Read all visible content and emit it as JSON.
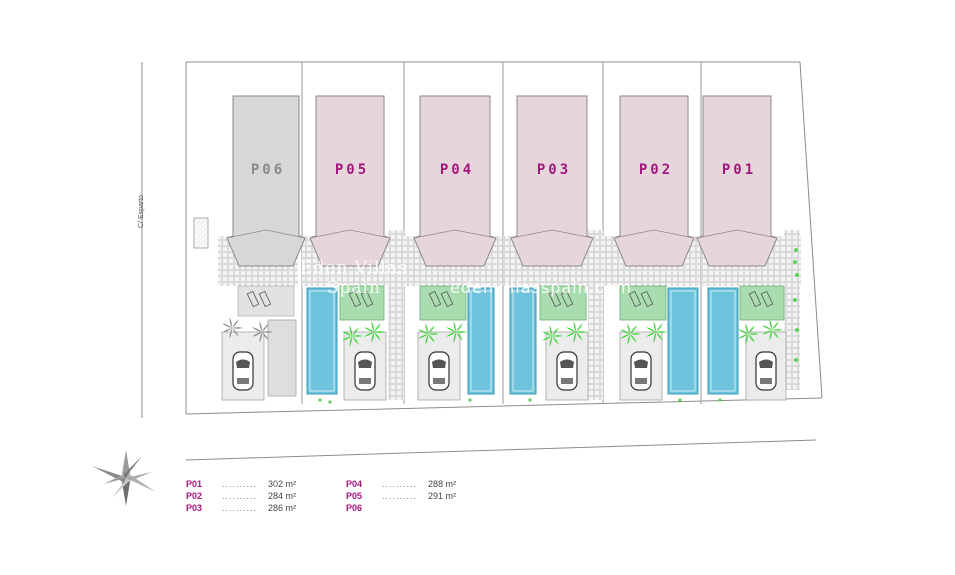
{
  "street_label": "C/ Esparto",
  "lots": [
    {
      "id": "P06",
      "label": "P06",
      "color": "#d7d7d7",
      "text_color": "#8a8a8a"
    },
    {
      "id": "P05",
      "label": "P05",
      "color": "#e6d6dc",
      "text_color": "#a3187f"
    },
    {
      "id": "P04",
      "label": "P04",
      "color": "#e6d6dc",
      "text_color": "#a3187f"
    },
    {
      "id": "P03",
      "label": "P03",
      "color": "#e6d6dc",
      "text_color": "#a3187f"
    },
    {
      "id": "P02",
      "label": "P02",
      "color": "#e6d6dc",
      "text_color": "#a3187f"
    },
    {
      "id": "P01",
      "label": "P01",
      "color": "#e6d6dc",
      "text_color": "#a3187f"
    }
  ],
  "watermark": {
    "line1": "Eden Villas",
    "line2": "Spain",
    "url": "edenvillasspain.com"
  },
  "legend": {
    "left": [
      {
        "code": "P01",
        "dots": "..........",
        "value": "302 m²"
      },
      {
        "code": "P02",
        "dots": "..........",
        "value": "284 m²"
      },
      {
        "code": "P03",
        "dots": "..........",
        "value": "286 m²"
      }
    ],
    "right": [
      {
        "code": "P04",
        "dots": "..........",
        "value": "288 m²"
      },
      {
        "code": "P05",
        "dots": "..........",
        "value": "291 m²"
      },
      {
        "code": "P06",
        "dots": "",
        "value": ""
      }
    ]
  },
  "colors": {
    "pool": "#6ec3dc",
    "garden": "#a9dcaf",
    "palm": "#3ed43a",
    "paving": "#e9e9e9",
    "outline": "#8c8c8c"
  }
}
